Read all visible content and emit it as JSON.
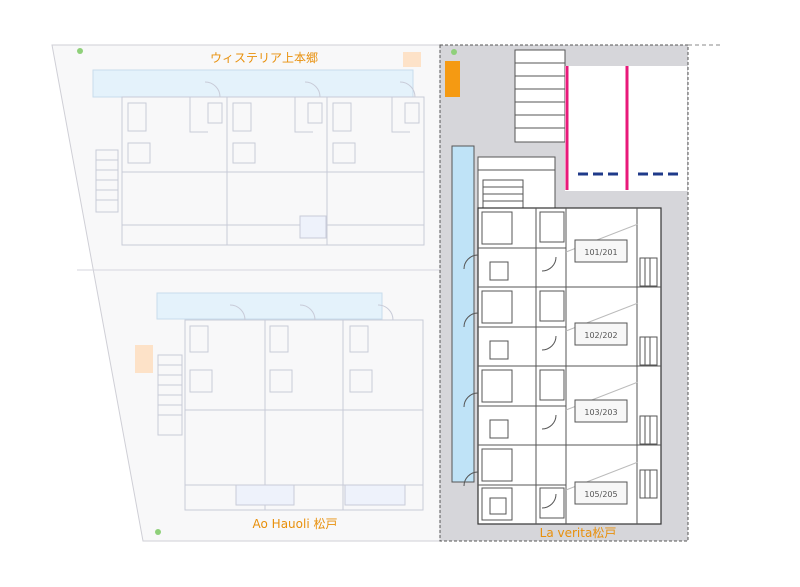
{
  "labels": {
    "building_top_left": "ウィステリア上本郷",
    "building_bottom_left": "Ao Hauoli 松戸",
    "building_right": "La verita松戸"
  },
  "units": [
    "101/201",
    "102/202",
    "103/203",
    "105/205"
  ],
  "colors": {
    "lot_fill": "#d6d6da",
    "accent_label": "#e8900c",
    "parking_line": "#e8197a",
    "parking_mark": "#1f3a8a",
    "walkway": "#bfe3f7",
    "bin": "#f59a12",
    "pale_block": "#fde2c8",
    "pale_floorplan": "#c8cbd8",
    "floorplan": "#555555"
  }
}
